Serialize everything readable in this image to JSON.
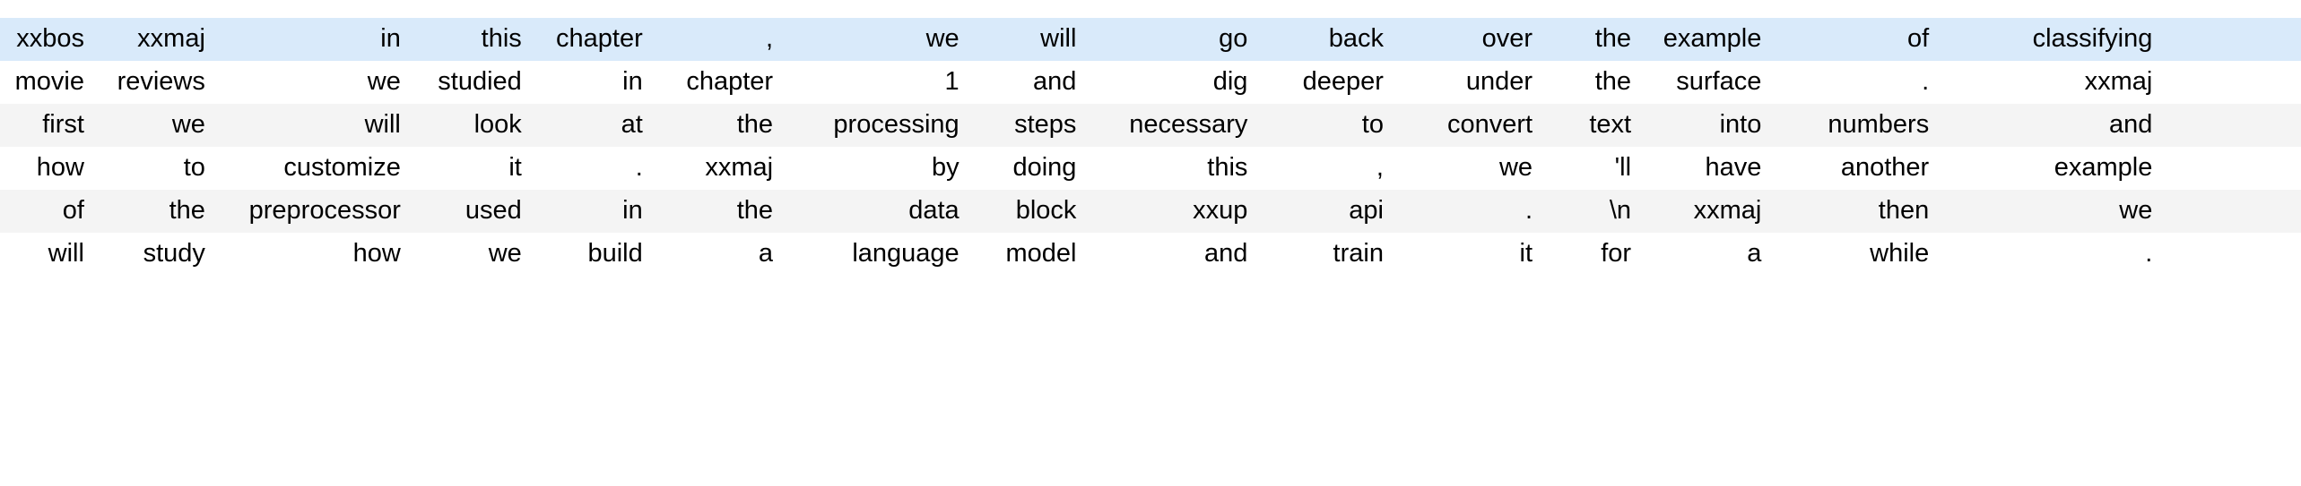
{
  "table": {
    "kind": "tokenized-text-grid",
    "columns": 16,
    "rows_count": 6,
    "highlight_row_index": 0,
    "colors": {
      "highlight_row_bg": "#d9eafa",
      "odd_row_bg": "#f4f4f4",
      "even_row_bg": "#ffffff",
      "page_bg": "#ffffff",
      "text": "#000000"
    },
    "rows": [
      {
        "style": "highlight",
        "cells": [
          "xxbos",
          "xxmaj",
          "in",
          "this",
          "chapter",
          ",",
          "we",
          "will",
          "go",
          "back",
          "over",
          "the",
          "example",
          "of",
          "classifying",
          ""
        ]
      },
      {
        "style": "even",
        "cells": [
          "movie",
          "reviews",
          "we",
          "studied",
          "in",
          "chapter",
          "1",
          "and",
          "dig",
          "deeper",
          "under",
          "the",
          "surface",
          ".",
          "xxmaj",
          ""
        ]
      },
      {
        "style": "odd",
        "cells": [
          "first",
          "we",
          "will",
          "look",
          "at",
          "the",
          "processing",
          "steps",
          "necessary",
          "to",
          "convert",
          "text",
          "into",
          "numbers",
          "and",
          ""
        ]
      },
      {
        "style": "even",
        "cells": [
          "how",
          "to",
          "customize",
          "it",
          ".",
          "xxmaj",
          "by",
          "doing",
          "this",
          ",",
          "we",
          "'ll",
          "have",
          "another",
          "example",
          ""
        ]
      },
      {
        "style": "odd",
        "cells": [
          "of",
          "the",
          "preprocessor",
          "used",
          "in",
          "the",
          "data",
          "block",
          "xxup",
          "api",
          ".",
          "\\n",
          "xxmaj",
          "then",
          "we",
          ""
        ]
      },
      {
        "style": "even",
        "cells": [
          "will",
          "study",
          "how",
          "we",
          "build",
          "a",
          "language",
          "model",
          "and",
          "train",
          "it",
          "for",
          "a",
          "while",
          ".",
          ""
        ]
      }
    ]
  }
}
